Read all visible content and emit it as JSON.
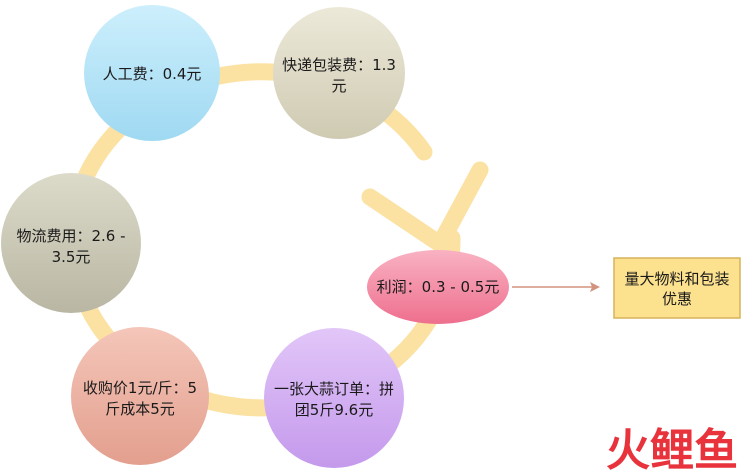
{
  "nodes": {
    "labor": {
      "line1": "人工费：0.4元",
      "color": "#b5e5f7"
    },
    "packaging": {
      "line1": "快递包装费：1.3",
      "line2": "元",
      "color": "#dcd8c4"
    },
    "logistics": {
      "line1": "物流费用：2.6 -",
      "line2": "3.5元",
      "color": "#c9c7b6"
    },
    "purchase": {
      "line1": "收购价1元/斤：5",
      "line2": "斤成本5元",
      "color": "#eab2a4"
    },
    "order": {
      "line1": "一张大蒜订单：拼",
      "line2": "团5斤9.6元",
      "color": "#d3aef2"
    },
    "profit": {
      "line1": "利润：0.3 - 0.5元",
      "color": "#f38aa4"
    }
  },
  "note": {
    "line1": "量大物料和包装",
    "line2": "优惠",
    "fill": "#fce18e",
    "border": "#d6b25a"
  },
  "ring_color": "#fbe2a2",
  "arrow_color": "#d2927e",
  "watermark": {
    "text": "火鲤鱼",
    "color": "#e8333c"
  }
}
